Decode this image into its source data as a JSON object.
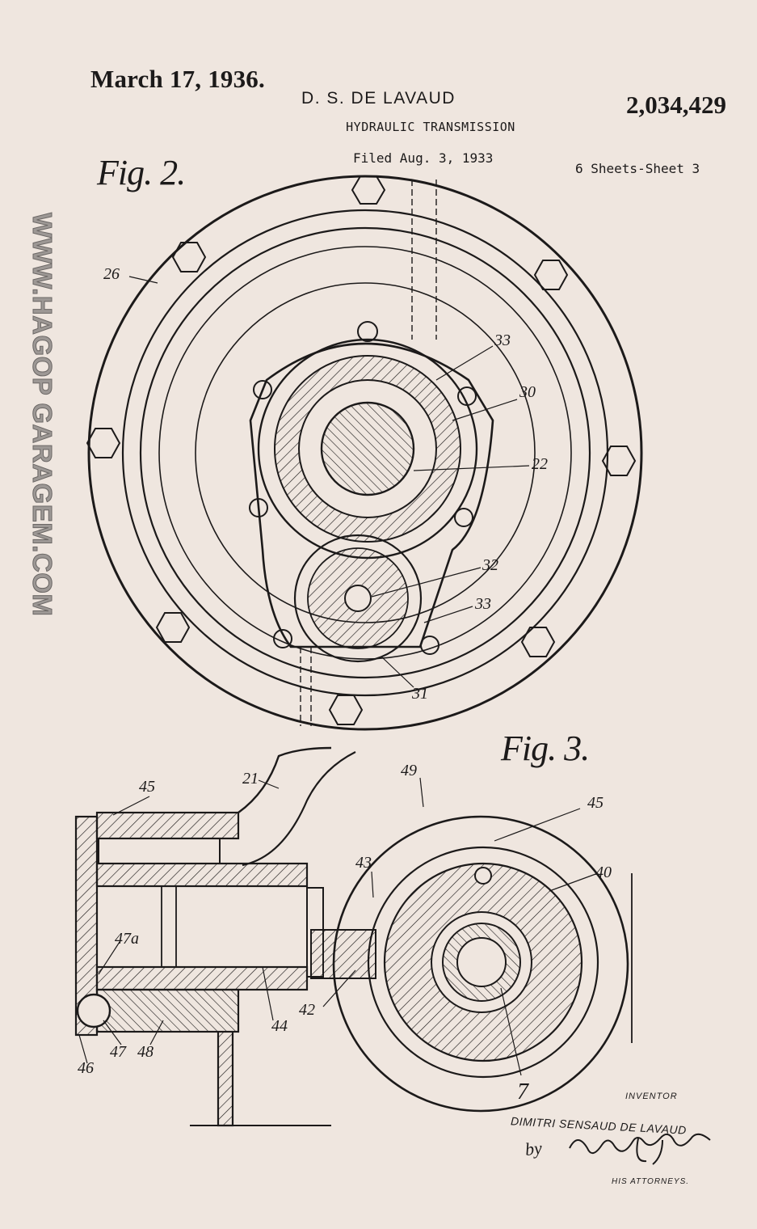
{
  "header": {
    "date": "March 17, 1936.",
    "inventor": "D. S. DE LAVAUD",
    "patent_number": "2,034,429",
    "title": "HYDRAULIC TRANSMISSION",
    "filed": "Filed Aug. 3, 1933",
    "sheets": "6 Sheets-Sheet 3"
  },
  "figures": {
    "fig2": {
      "title": "Fig. 2.",
      "labels": [
        "26",
        "33",
        "30",
        "22",
        "32",
        "33",
        "31"
      ]
    },
    "fig3": {
      "title": "Fig. 3.",
      "labels": [
        "45",
        "21",
        "49",
        "45",
        "40",
        "43",
        "47a",
        "44",
        "42",
        "47",
        "48",
        "46",
        "7"
      ]
    }
  },
  "watermark": "WWW.HAGOP GARAGEM.COM",
  "signature_block": {
    "inventor_caption": "INVENTOR",
    "inventor_name": "DIMITRI SENSAUD DE LAVAUD",
    "by": "by",
    "attorneys_caption": "HIS ATTORNEYS."
  },
  "colors": {
    "paper": "#efe6df",
    "ink": "#1c1a1a",
    "watermark": "#9d9895"
  }
}
